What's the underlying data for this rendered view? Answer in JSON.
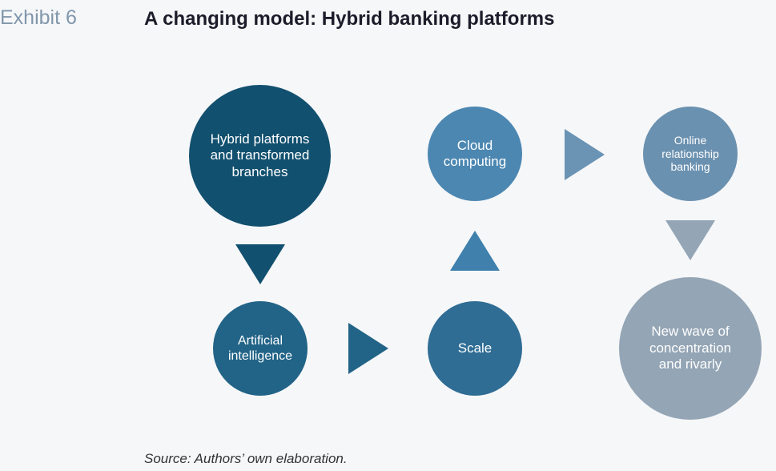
{
  "header": {
    "exhibit_label": "Exhibit 6",
    "title": "A changing model: Hybrid banking platforms"
  },
  "footer": {
    "source": "Source: Authors’ own elaboration."
  },
  "diagram": {
    "nodes": [
      {
        "id": "hybrid",
        "label": "Hybrid platforms and transformed branches",
        "color": "#12506f"
      },
      {
        "id": "ai",
        "label": "Artificial intelligence",
        "color": "#226487"
      },
      {
        "id": "scale",
        "label": "Scale",
        "color": "#2f6d95"
      },
      {
        "id": "cloud",
        "label": "Cloud computing",
        "color": "#4c87b2"
      },
      {
        "id": "online",
        "label": "Online relationship banking",
        "color": "#6b91b0"
      },
      {
        "id": "wave",
        "label": "New wave of concentration and rivarly",
        "color": "#94a5b5"
      }
    ],
    "edges": [
      {
        "from": "hybrid",
        "to": "ai",
        "direction": "down",
        "color": "#12506f"
      },
      {
        "from": "ai",
        "to": "scale",
        "direction": "right",
        "color": "#226487"
      },
      {
        "from": "scale",
        "to": "cloud",
        "direction": "up",
        "color": "#3f80ad"
      },
      {
        "from": "cloud",
        "to": "online",
        "direction": "right",
        "color": "#6a93b4"
      },
      {
        "from": "online",
        "to": "wave",
        "direction": "down",
        "color": "#94a5b5"
      }
    ]
  }
}
